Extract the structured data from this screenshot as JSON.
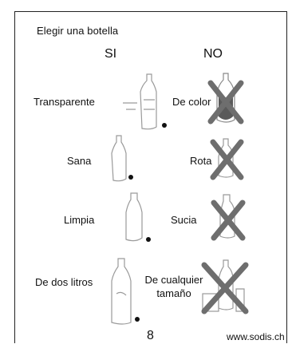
{
  "header": {
    "title": "Elegir una botella",
    "col_yes": "SI",
    "col_no": "NO"
  },
  "rows": [
    {
      "good": "Transparente",
      "bad": "De color"
    },
    {
      "good": "Sana",
      "bad": "Rota"
    },
    {
      "good": "Limpia",
      "bad": "Sucia"
    },
    {
      "good": "De dos litros",
      "bad_line1": "De cualquier",
      "bad_line2": "tamaño"
    }
  ],
  "footer": {
    "page_number": "8",
    "url": "www.sodis.ch"
  },
  "colors": {
    "ink": "#111111",
    "sketch": "#9a9a9a",
    "cross": "#6e6e6e"
  },
  "icons": [
    "bottle-icon",
    "crossed-bottle-icon",
    "crossed-bottles-icon"
  ]
}
